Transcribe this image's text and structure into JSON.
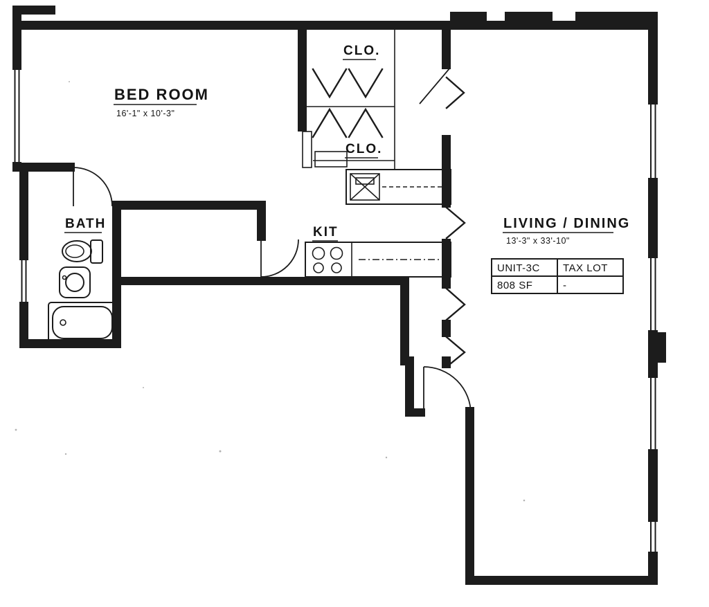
{
  "floorplan": {
    "rooms": {
      "bedroom": {
        "label": "BED ROOM",
        "dimensions": "16'-1\" x 10'-3\""
      },
      "closet_upper": {
        "label": "CLO."
      },
      "closet_lower": {
        "label": "CLO."
      },
      "bath": {
        "label": "BATH"
      },
      "kitchen": {
        "label": "KIT"
      },
      "living_dining": {
        "label": "LIVING / DINING",
        "dimensions": "13'-3\" x 33'-10\""
      }
    },
    "unit_table": {
      "headers": [
        "UNIT-3C",
        "TAX LOT"
      ],
      "rows": [
        [
          "808 SF",
          "-"
        ]
      ]
    },
    "colors": {
      "line": "#1c1c1c",
      "background": "#ffffff"
    }
  }
}
